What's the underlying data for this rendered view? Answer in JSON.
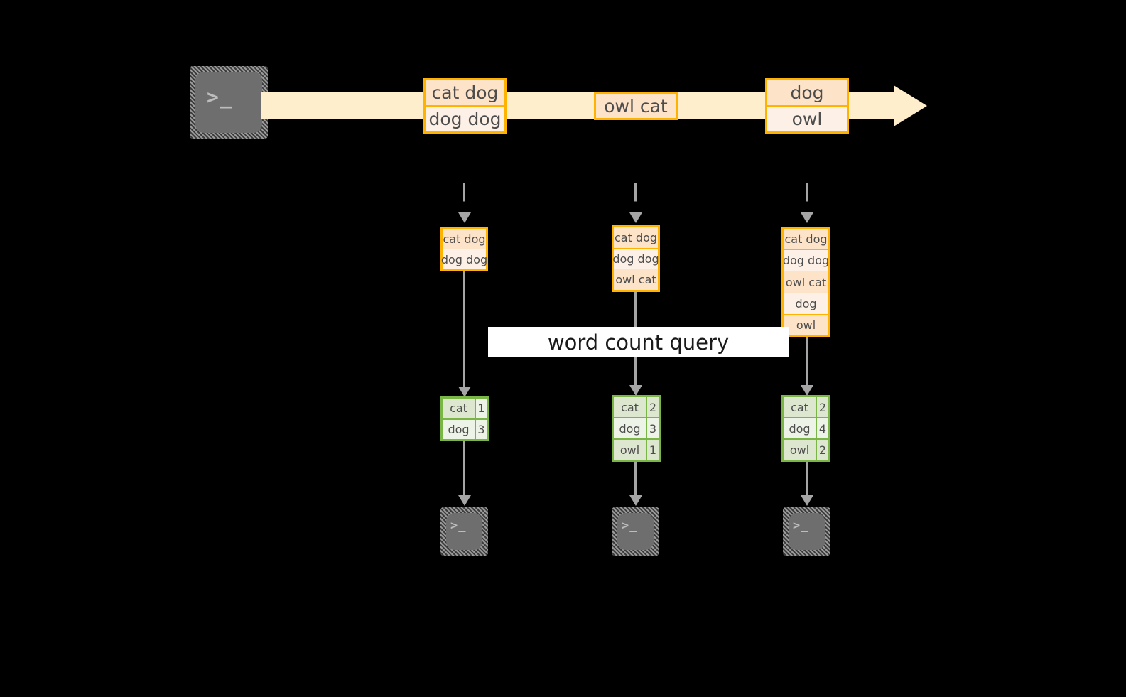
{
  "diagram": {
    "title_label": "word count query",
    "colors": {
      "stream_fill": "#ffeecb",
      "record_border": "#ffb300",
      "record_fill_dark": "#fde3c8",
      "record_fill_light": "#fdf1e7",
      "table_border": "#79b646",
      "table_fill_dark": "#dde7cf",
      "table_fill_light": "#eef3e7",
      "arrow_gray": "#a5a5a5",
      "terminal_gray": "#6e6e6e",
      "background": "#000000"
    },
    "source_terminal": {
      "icon": "terminal-prompt-icon",
      "glyph": ">_"
    },
    "stream": {
      "direction": "left-to-right",
      "records": [
        {
          "lines": [
            "cat dog",
            "dog dog"
          ]
        },
        {
          "lines": [
            "owl cat"
          ]
        },
        {
          "lines": [
            "dog",
            "owl"
          ]
        }
      ]
    },
    "columns": [
      {
        "name": "snapshot-1",
        "snapshot": {
          "lines": [
            "cat dog",
            "dog dog"
          ]
        },
        "result": {
          "rows": [
            {
              "word": "cat",
              "count": "1"
            },
            {
              "word": "dog",
              "count": "3"
            }
          ]
        },
        "sink_terminal": {
          "icon": "terminal-prompt-icon",
          "glyph": ">_"
        }
      },
      {
        "name": "snapshot-2",
        "snapshot": {
          "lines": [
            "cat dog",
            "dog dog",
            "owl cat"
          ]
        },
        "result": {
          "rows": [
            {
              "word": "cat",
              "count": "2"
            },
            {
              "word": "dog",
              "count": "3"
            },
            {
              "word": "owl",
              "count": "1"
            }
          ]
        },
        "sink_terminal": {
          "icon": "terminal-prompt-icon",
          "glyph": ">_"
        }
      },
      {
        "name": "snapshot-3",
        "snapshot": {
          "lines": [
            "cat dog",
            "dog dog",
            "owl cat",
            "dog",
            "owl"
          ]
        },
        "result": {
          "rows": [
            {
              "word": "cat",
              "count": "2"
            },
            {
              "word": "dog",
              "count": "4"
            },
            {
              "word": "owl",
              "count": "2"
            }
          ]
        },
        "sink_terminal": {
          "icon": "terminal-prompt-icon",
          "glyph": ">_"
        }
      }
    ]
  }
}
